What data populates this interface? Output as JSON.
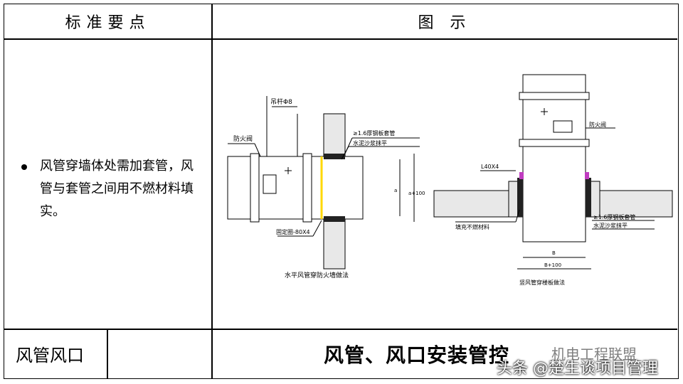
{
  "header": {
    "col1": "标准要点",
    "col2": "图 示"
  },
  "content": {
    "bullet_text": "风管穿墙体处需加套管，风管与套管之间用不燃材料填实。"
  },
  "diagram_left": {
    "caption": "水平风管穿防火墙做法",
    "label_hanger": "吊杆Φ8",
    "label_damper": "防火阀",
    "label_sleeve": "≥1.6厚钢板套管",
    "label_mortar": "水泥沙浆抹平",
    "label_ring": "固定圈-80X4",
    "label_dim_a": "a",
    "label_dim_a100": "a+100"
  },
  "diagram_right": {
    "caption": "竖风管穿楼板做法",
    "label_damper": "防火阀",
    "label_angle": "L40X4",
    "label_fill": "填充不燃材料",
    "label_sleeve": "≥1.6厚钢板套管",
    "label_mortar": "水泥沙浆抹平",
    "label_dim_b": "B",
    "label_dim_b100": "B+100"
  },
  "footer": {
    "category": "风管风口",
    "title": "风管、风口安装管控",
    "watermark_top": "机电工程联盟",
    "watermark_bottom": "头条 @楚生谈项目管理"
  }
}
